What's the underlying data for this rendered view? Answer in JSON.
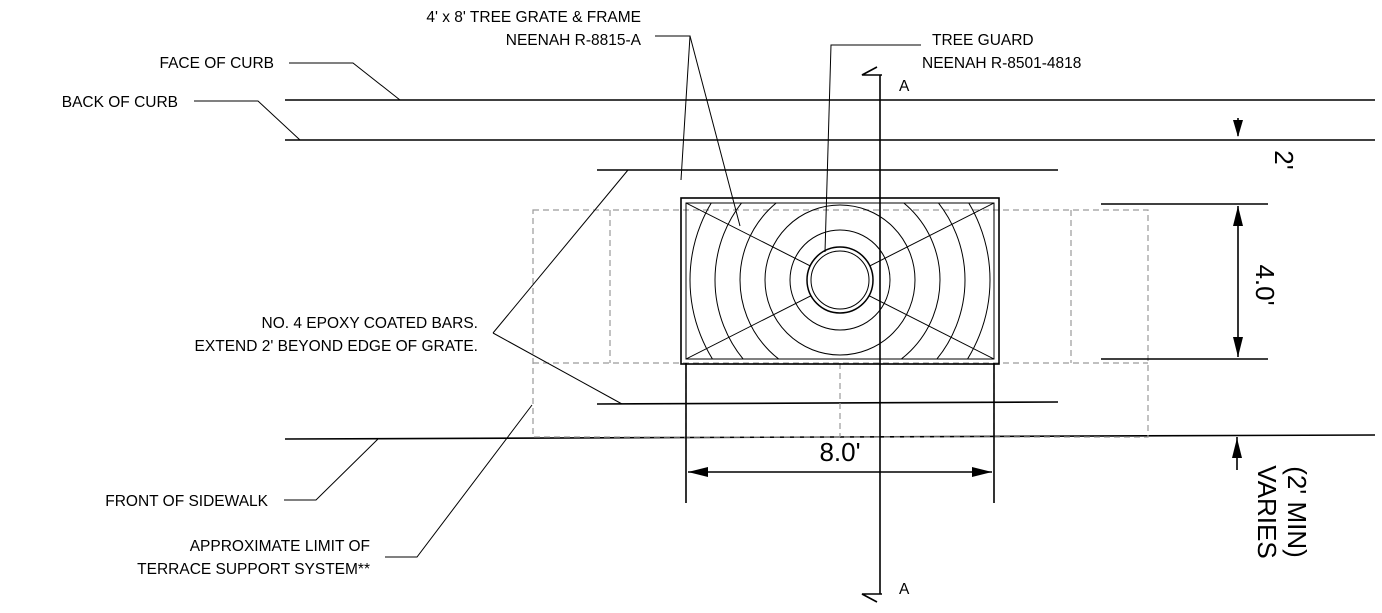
{
  "colors": {
    "ink": "#000000",
    "hidden_line": "#9a9a9a",
    "background": "#ffffff"
  },
  "labels": {
    "grate_line1": "4' x 8' TREE GRATE & FRAME",
    "grate_line2": "NEENAH R-8815-A",
    "guard_line1": "TREE GUARD",
    "guard_line2": "NEENAH R-8501-4818",
    "face_of_curb": "FACE OF CURB",
    "back_of_curb": "BACK OF CURB",
    "bars_line1": "NO. 4 EPOXY COATED BARS.",
    "bars_line2": "EXTEND 2' BEYOND EDGE OF GRATE.",
    "front_of_sidewalk": "FRONT OF SIDEWALK",
    "terrace_line1": "APPROXIMATE LIMIT OF",
    "terrace_line2": "TERRACE SUPPORT SYSTEM**"
  },
  "section": {
    "top_mark": "A",
    "bottom_mark": "A"
  },
  "dimensions": {
    "curb_offset": "2'",
    "grate_width": "4.0'",
    "grate_length": "8.0'",
    "terrace_line1": "VARIES",
    "terrace_line2": "(2' MIN)"
  }
}
